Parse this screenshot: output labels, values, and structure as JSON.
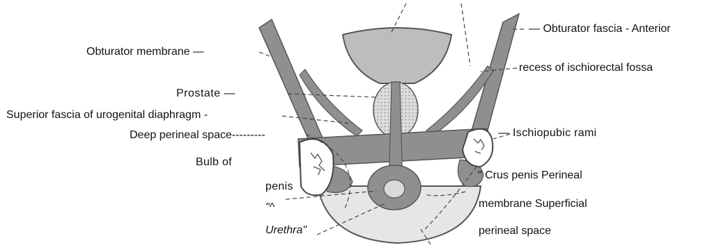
{
  "labels": {
    "obturator_membrane": "Obturator membrane —",
    "obturator_fascia": "— Obturator fascia - Anterior",
    "recess": "recess of ischiorectal fossa",
    "prostate": "Prostate —",
    "superior_fascia": "Superior fascia of urogenital diaphragm -",
    "deep_perineal": "Deep perineal space---------",
    "ischiopubic": "— Ischiopubic rami",
    "bulb_of": "Bulb of",
    "penis": "penis",
    "caret": "\"^",
    "urethra": "Urethra\"",
    "crus_line1": "\" Crus penis Perineal",
    "crus_line2": "membrane Superficial",
    "crus_line3": "perineal space"
  },
  "colors": {
    "tissue": "#8f8f8f",
    "tissue_light": "#bdbdbd",
    "dotted": "#d9d9d9",
    "pale": "#e6e6e6",
    "outline": "#555555",
    "text": "#111111"
  }
}
